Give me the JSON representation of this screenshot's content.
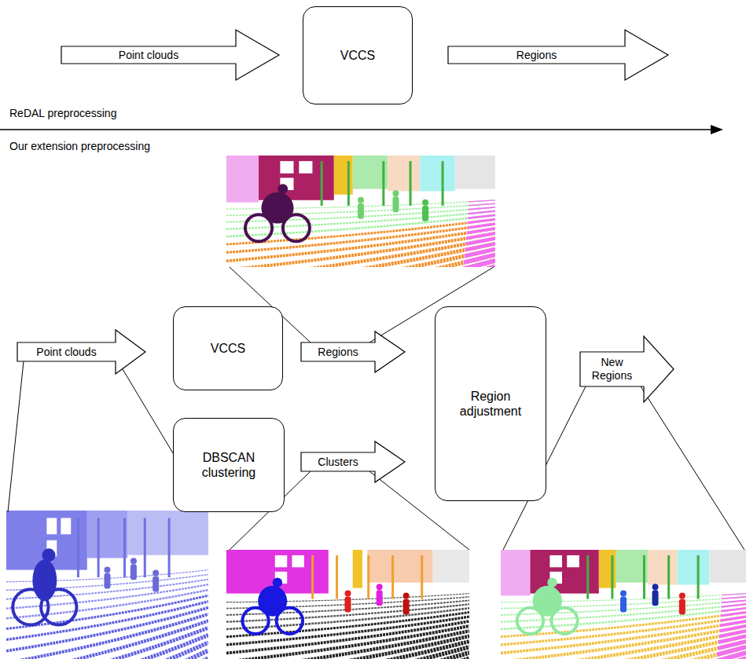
{
  "diagram": {
    "nodes": [
      {
        "text": [
          "Point clouds"
        ]
      },
      {
        "text": [
          "VCCS"
        ]
      },
      {
        "text": [
          "Regions"
        ]
      },
      {
        "text": [
          "Point clouds"
        ]
      },
      {
        "text": [
          "VCCS"
        ]
      },
      {
        "text": [
          "Regions"
        ]
      },
      {
        "text": [
          "DBSCAN clustering"
        ]
      },
      {
        "text": [
          "Clusters"
        ]
      },
      {
        "text": [
          "Region adjustment"
        ]
      },
      {
        "text": [
          "New Regions"
        ]
      }
    ],
    "labels": [
      "ReDAL preprocessing",
      "Our extension preprocessing"
    ]
  }
}
